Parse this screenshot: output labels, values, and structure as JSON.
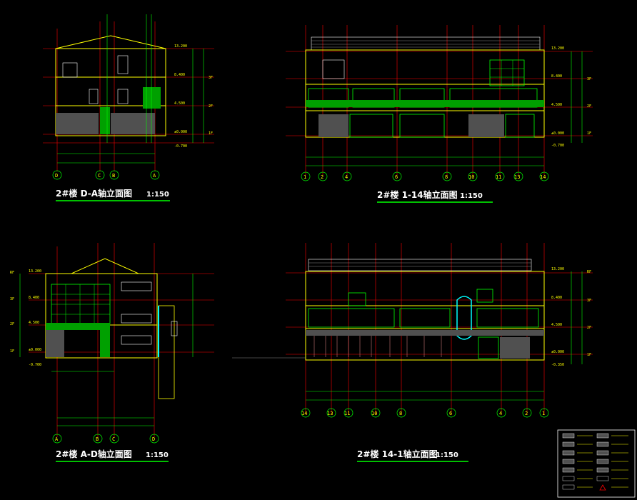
{
  "drawings": [
    {
      "title": "2#楼 D-A轴立面图",
      "scale": "1:150",
      "axes": [
        "D",
        "C",
        "B",
        "A"
      ],
      "levels": [
        "13.200",
        "8.400",
        "4.500",
        "±0.000",
        "-0.700"
      ],
      "floor_tags": [
        "3F",
        "2F",
        "1F"
      ]
    },
    {
      "title": "2#楼 1-14轴立面图",
      "scale": "1:150",
      "axes": [
        "1",
        "2",
        "4",
        "6",
        "8",
        "10",
        "11",
        "13",
        "14"
      ],
      "levels": [
        "13.200",
        "8.400",
        "4.500",
        "±0.000",
        "-0.700"
      ],
      "floor_tags": [
        "3F",
        "2F",
        "1F"
      ]
    },
    {
      "title": "2#楼 A-D轴立面图",
      "scale": "1:150",
      "axes": [
        "A",
        "B",
        "C",
        "D"
      ],
      "levels": [
        "13.200",
        "8.400",
        "4.500",
        "±0.000",
        "-0.700"
      ],
      "floor_tags": [
        "RF",
        "3F",
        "2F",
        "1F"
      ]
    },
    {
      "title": "2#楼 14-1轴立面图",
      "scale": "1:150",
      "axes": [
        "14",
        "13",
        "11",
        "10",
        "8",
        "6",
        "4",
        "2",
        "1"
      ],
      "levels": [
        "13.200",
        "8.400",
        "4.500",
        "±0.000",
        "-0.350"
      ],
      "floor_tags": [
        "RF",
        "3F",
        "2F",
        "1F"
      ]
    }
  ],
  "colors": {
    "background": "#000000",
    "axis": "#ff0000",
    "grid": "#00ff00",
    "wall": "#ffff00",
    "glass": "#00c000",
    "text": "#ffffff"
  }
}
